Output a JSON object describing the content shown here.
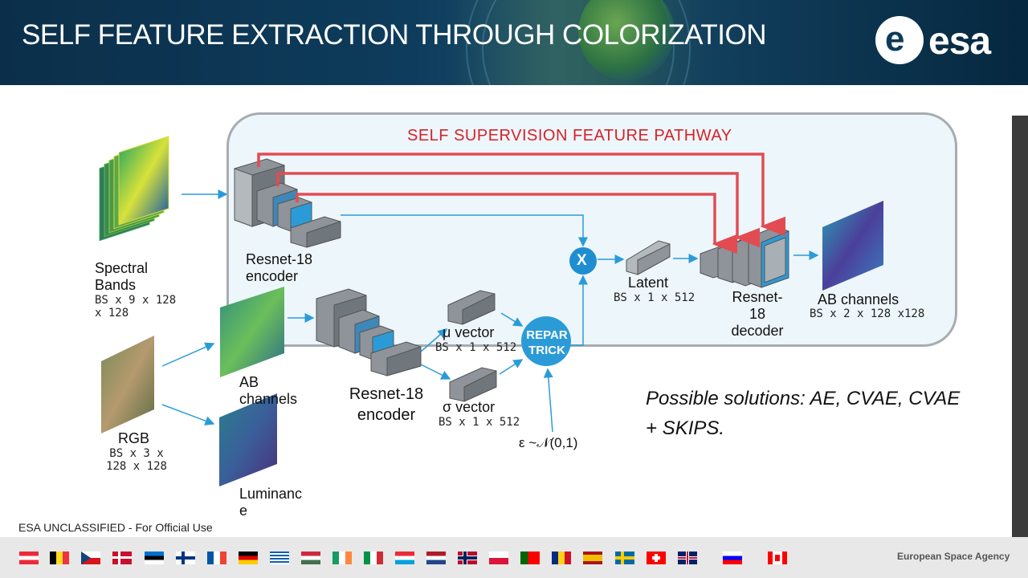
{
  "header": {
    "title": "SELF FEATURE EXTRACTION THROUGH COLORIZATION",
    "logo_text": "esa",
    "logo_icon": "esa-logo-icon"
  },
  "panel": {
    "title": "SELF SUPERVISION FEATURE PATHWAY"
  },
  "diagram": {
    "spectral": {
      "title": "Spectral\nBands",
      "dims": "BS x 9 x 128\nx 128"
    },
    "rgb": {
      "title": "RGB",
      "dims": "BS x 3 x\n128 x 128"
    },
    "ab_input": {
      "title": "AB\nchannels"
    },
    "luminance": {
      "title": "Luminanc\ne"
    },
    "encoder_top": {
      "title": "Resnet-18\nencoder"
    },
    "encoder_bottom": {
      "title": "Resnet-18\nencoder"
    },
    "mu": {
      "title": "μ vector",
      "dims": "BS x 1 x 512"
    },
    "sigma": {
      "title": "σ vector",
      "dims": "BS x 1 x 512"
    },
    "reparam": {
      "text": "REPAR\nTRICK"
    },
    "epsilon": {
      "text": "ε ~𝒩(0,1)"
    },
    "multiply": {
      "text": "X"
    },
    "latent": {
      "title": "Latent",
      "dims": "BS x 1 x 512"
    },
    "decoder": {
      "title": "Resnet-\n18\ndecoder"
    },
    "ab_output": {
      "title": "AB channels",
      "dims": "BS x 2 x 128 x128"
    }
  },
  "possible_solutions": "Possible solutions: AE, CVAE, CVAE + SKIPS.",
  "footer": {
    "classification": "ESA UNCLASSIFIED - For Official Use",
    "agency": "European Space Agency"
  },
  "colors": {
    "header_bg": "#0e3c5c",
    "accent_red": "#d4232a",
    "arrow_blue": "#2b9bd8",
    "block_gray": "#8e9499"
  },
  "flags": [
    "austria",
    "belgium",
    "czechia",
    "denmark",
    "estonia",
    "finland",
    "france",
    "germany",
    "greece",
    "hungary",
    "ireland",
    "italy",
    "luxembourg",
    "netherlands",
    "norway",
    "poland",
    "portugal",
    "romania",
    "spain",
    "sweden",
    "switzerland",
    "united-kingdom",
    "slovenia",
    "canada"
  ]
}
